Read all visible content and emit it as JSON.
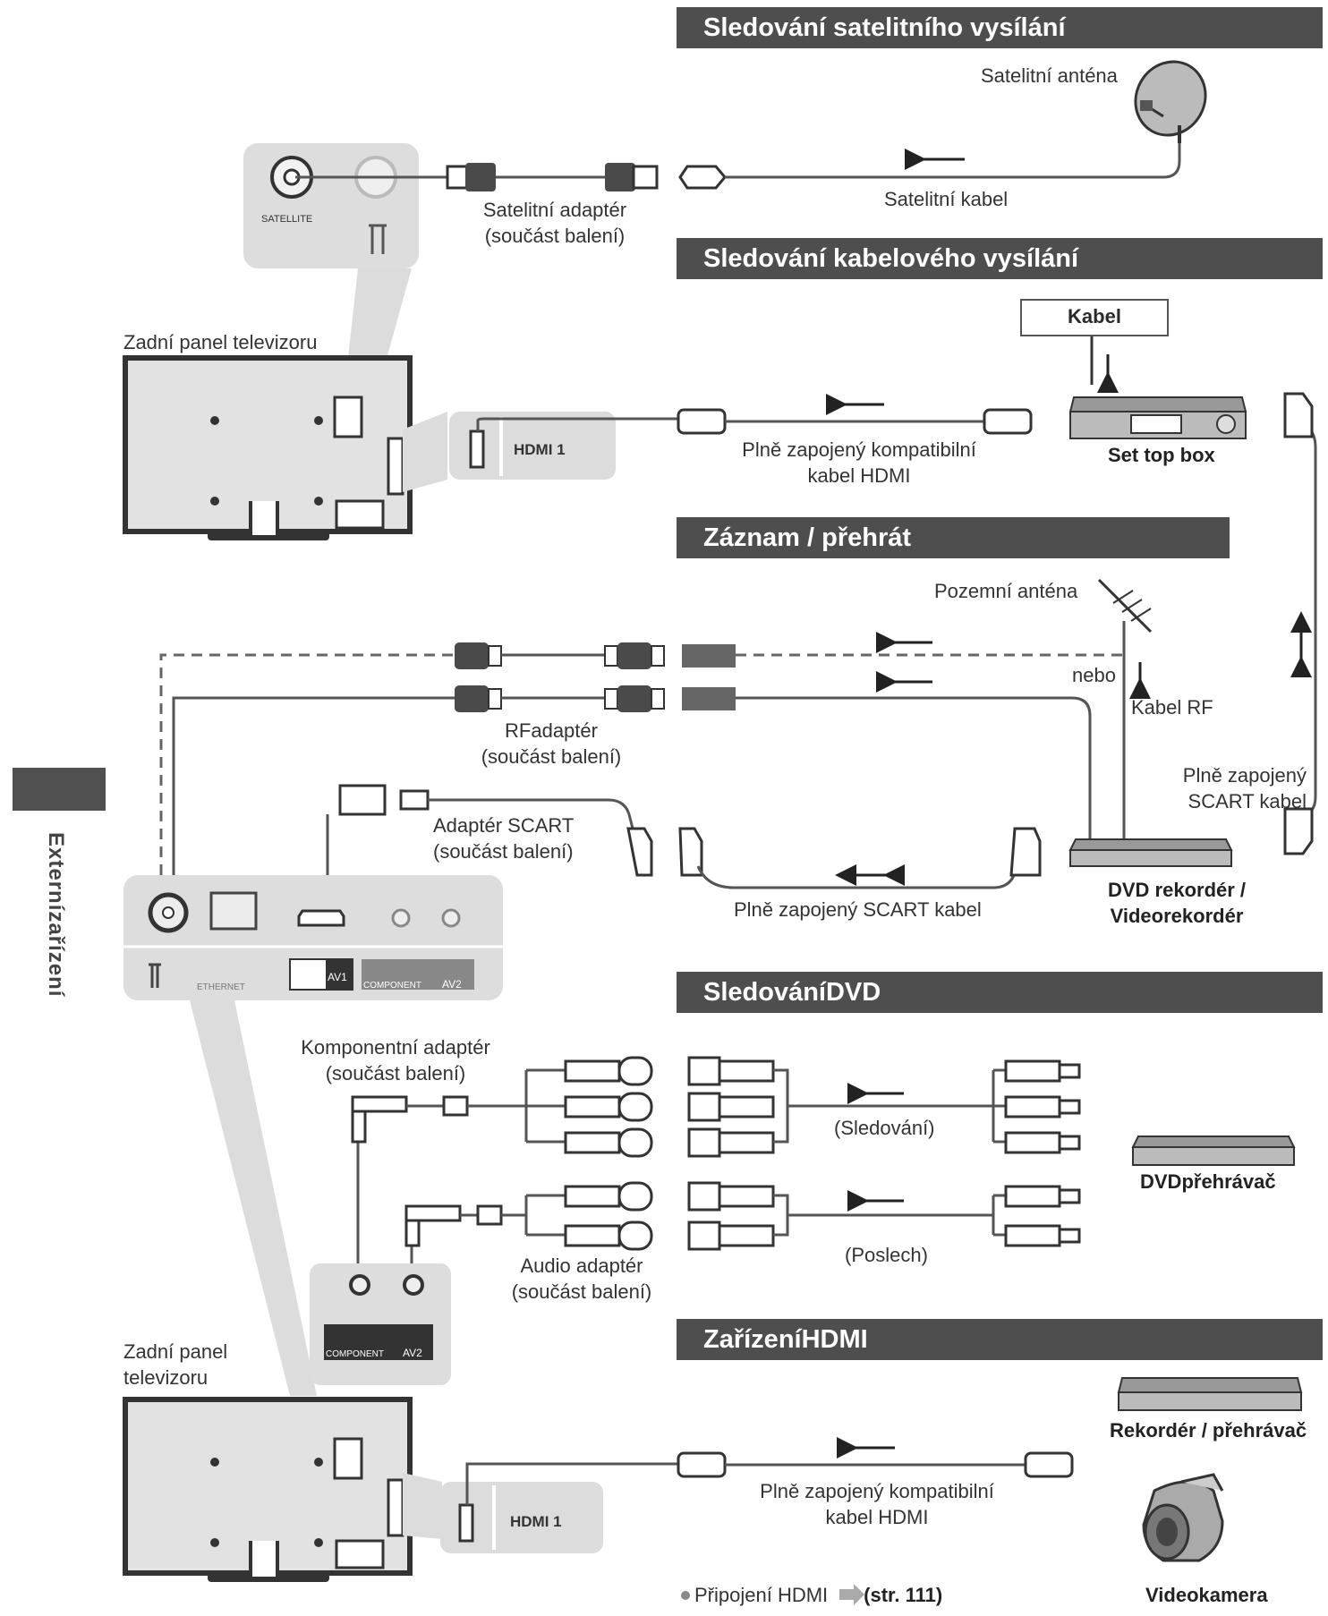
{
  "sections": {
    "satellite": "Sledování satelitního vysílání",
    "cable": "Sledování kabelového vysílání",
    "record": "Záznam / přehrát",
    "dvd": "SledováníDVD",
    "hdmi": "ZařízeníHDMI"
  },
  "side_tab": "Externízařízení",
  "labels": {
    "sat_antenna": "Satelitní anténa",
    "sat_cable": "Satelitní kabel",
    "sat_adapter_1": "Satelitní adaptér",
    "sat_adapter_2": "(součást balení)",
    "tv_back_top": "Zadní panel televizoru",
    "tv_back_bottom_1": "Zadní panel",
    "tv_back_bottom_2": "televizoru",
    "kabel": "Kabel",
    "set_top_box": "Set top box",
    "hdmi_cable_1a": "Plně zapojený kompatibilní",
    "hdmi_cable_1b": "kabel HDMI",
    "hdmi_port_1": "HDMI 1",
    "ground_antenna": "Pozemní anténa",
    "nebo": "nebo",
    "rf_cable": "Kabel RF",
    "rf_adapter_1": "RFadaptér",
    "rf_adapter_2": "(součást balení)",
    "scart_adapter_1": "Adaptér SCART",
    "scart_adapter_2": "(součást balení)",
    "scart_full": "Plně zapojený SCART kabel",
    "scart_right_1": "Plně zapojený",
    "scart_right_2": "SCART kabel",
    "dvd_recorder_1": "DVD rekordér /",
    "dvd_recorder_2": "Videorekordér",
    "comp_adapter_1": "Komponentní adaptér",
    "comp_adapter_2": "(součást balení)",
    "watching": "(Sledování)",
    "listening": "(Poslech)",
    "dvd_player": "DVDpřehrávač",
    "audio_adapter_1": "Audio adaptér",
    "audio_adapter_2": "(součást balení)",
    "recorder_player": "Rekordér / přehrávač",
    "hdmi_cable_2a": "Plně zapojený kompatibilní",
    "hdmi_cable_2b": "kabel HDMI",
    "hdmi_port_2": "HDMI 1",
    "camcorder": "Videokamera",
    "footnote": "Připojení HDMI",
    "footnote_ref": "(str. 111)"
  },
  "panel_text": {
    "satellite": "SATELLITE",
    "ethernet": "ETHERNET",
    "av1": "AV1",
    "component": "COMPONENT",
    "av2": "AV2"
  }
}
